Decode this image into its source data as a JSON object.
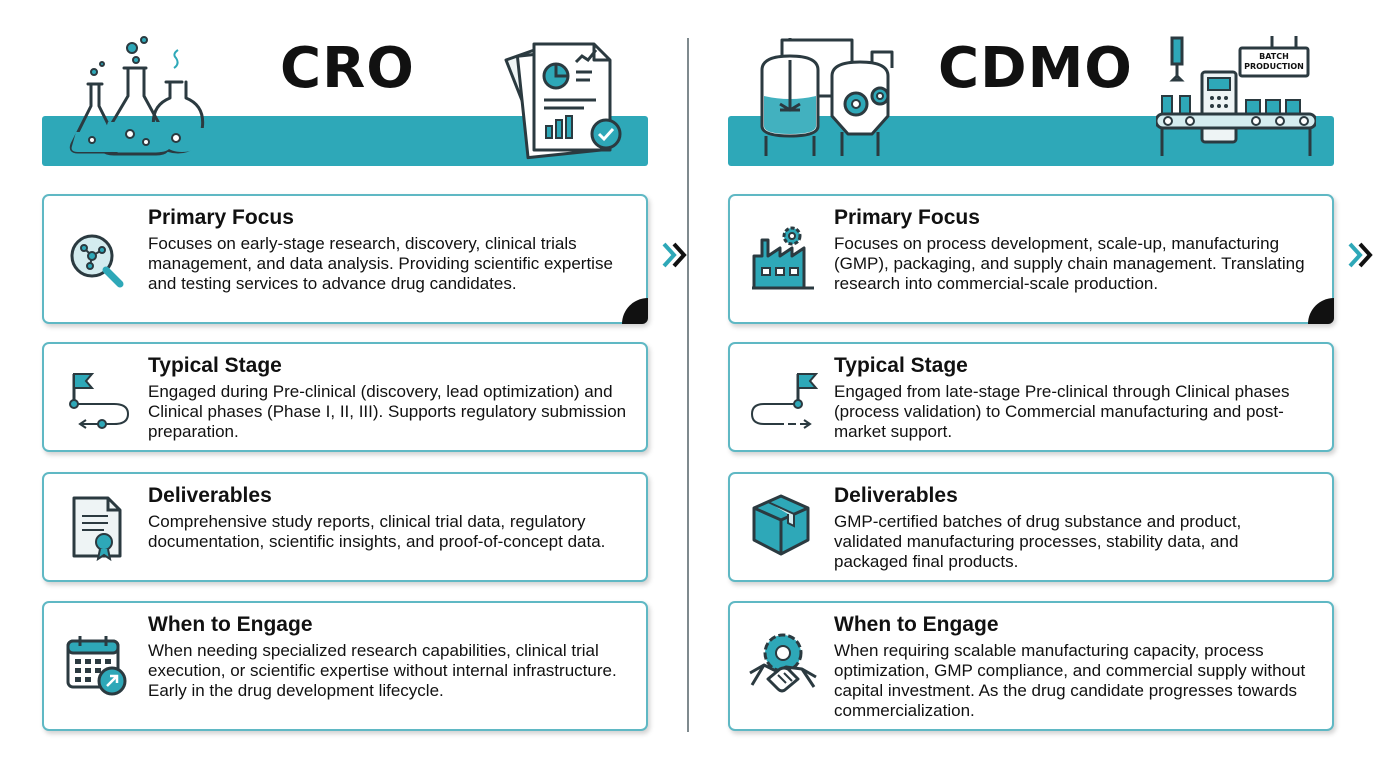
{
  "left": {
    "title": "CRO",
    "sections": [
      {
        "icon": "magnifier-molecule-icon",
        "heading": "Primary Focus",
        "text": "Focuses on early-stage research, discovery, clinical trials management, and data analysis. Providing scientific expertise and testing services to advance drug candidates."
      },
      {
        "icon": "flag-path-icon",
        "heading": "Typical Stage",
        "text": "Engaged during Pre-clinical (discovery, lead optimization) and Clinical phases (Phase I, II, III). Supports regulatory submission preparation."
      },
      {
        "icon": "certificate-document-icon",
        "heading": "Deliverables",
        "text": "Comprehensive study reports, clinical trial data, regulatory documentation, scientific insights, and proof-of-concept data."
      },
      {
        "icon": "calendar-icon",
        "heading": "When to Engage",
        "text": "When needing specialized research capabilities, clinical trial execution, or scientific expertise without internal infrastructure. Early in the drug development lifecycle."
      }
    ]
  },
  "right": {
    "title": "CDMO",
    "sign": "BATCH PRODUCTION",
    "sections": [
      {
        "icon": "factory-gear-icon",
        "heading": "Primary Focus",
        "text": "Focuses on process development, scale-up, manufacturing (GMP), packaging, and supply chain management. Translating research into commercial-scale production."
      },
      {
        "icon": "flag-path-icon",
        "heading": "Typical Stage",
        "text": "Engaged from late-stage Pre-clinical through Clinical phases (process validation) to Commercial manufacturing and post-market support."
      },
      {
        "icon": "package-box-icon",
        "heading": "Deliverables",
        "text": "GMP-certified batches of drug substance and product, validated manufacturing processes, stability data, and packaged final products."
      },
      {
        "icon": "handshake-gear-icon",
        "heading": "When to Engage",
        "text": "When requiring scalable manufacturing capacity, process optimization, GMP compliance, and commercial supply without capital investment. As the drug candidate progresses towards commercialization."
      }
    ]
  },
  "colors": {
    "accent": "#2ea8b8",
    "border": "#5fb8c4",
    "ink": "#111111",
    "divider": "#7f8a8e"
  }
}
